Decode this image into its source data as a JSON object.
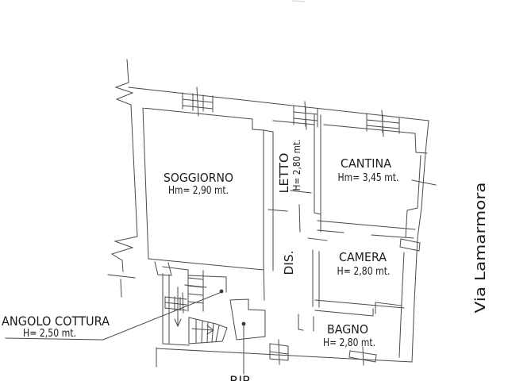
{
  "plan": {
    "rooms": {
      "soggiorno": {
        "label": "SOGGIORNO",
        "height": "Hm= 2,90 mt."
      },
      "letto": {
        "label": "LETTO",
        "height": "H= 2,80 mt."
      },
      "cantina": {
        "label": "CANTINA",
        "height": "Hm= 3,45 mt."
      },
      "camera": {
        "label": "CAMERA",
        "height": "H= 2,80 mt."
      },
      "bagno": {
        "label": "BAGNO",
        "height": "H= 2,80 mt."
      },
      "disimpegno": {
        "label": "DIS."
      },
      "angolo_cottura": {
        "label": "ANGOLO COTTURA",
        "height": "H= 2,50 mt."
      },
      "ripostiglio": {
        "label": "RIP"
      }
    },
    "street": {
      "label": "Via Lamarmora"
    },
    "colors": {
      "line": "#4a4a4a",
      "text": "#1c1c1c",
      "background": "#ffffff"
    }
  }
}
